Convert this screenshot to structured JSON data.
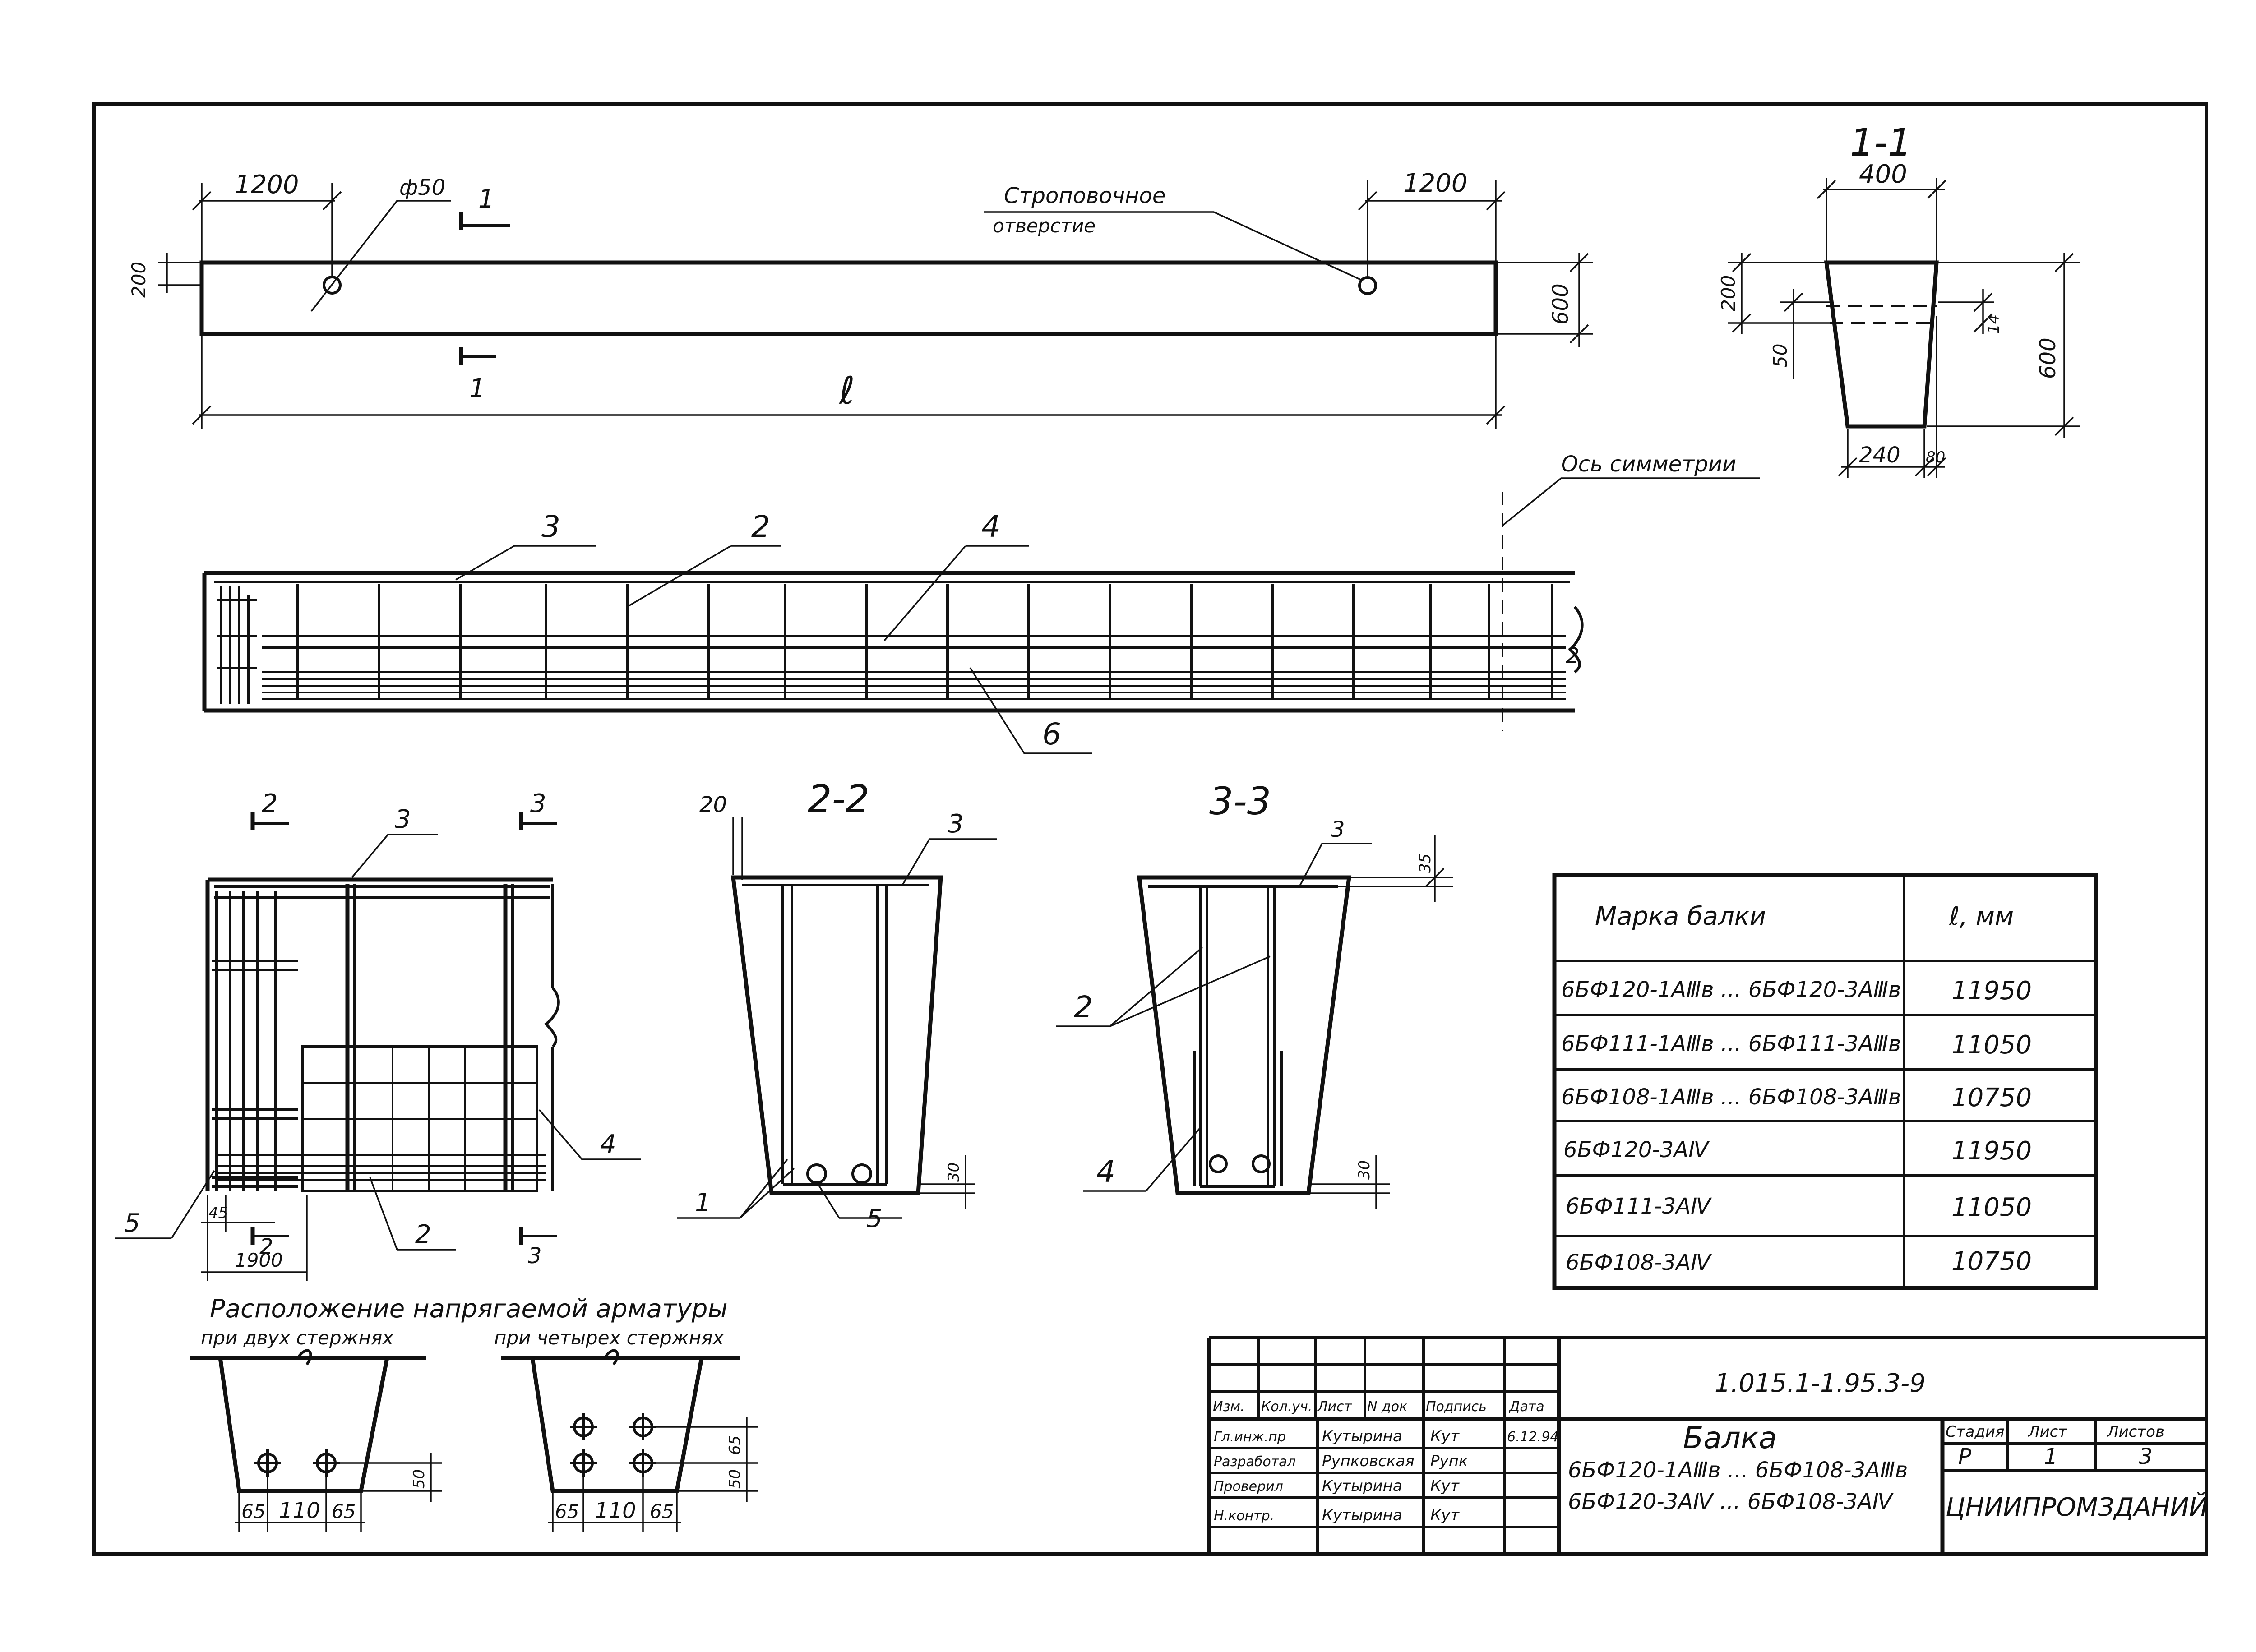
{
  "plan": {
    "dim_left_offset": "1200",
    "dim_right_offset": "1200",
    "dim_hole_dia": "ф50",
    "dim_hole_height": "200",
    "dim_height": "600",
    "dim_length": "ℓ",
    "cut_mark": "1",
    "sling_hole_label_line1": "Строповочное",
    "sling_hole_label_line2": "отверстие"
  },
  "section_1_1": {
    "title": "1-1",
    "dim_top_width": "400",
    "dim_upper": "200",
    "dim_small": "50",
    "dim_right_small": "14",
    "dim_height": "600",
    "dim_bottom_width": "240",
    "dim_bottom_offset": "80"
  },
  "elevation": {
    "axis_label": "Ось симметрии",
    "callouts": [
      "3",
      "2",
      "4",
      "6"
    ],
    "axis_mark": "2"
  },
  "end_detail": {
    "callouts": [
      "3",
      "4",
      "2",
      "5"
    ],
    "cut_marks": [
      "2",
      "3",
      "2",
      "3"
    ],
    "dim_small": "45",
    "dim_total": "1900"
  },
  "section_2_2": {
    "title": "2-2",
    "dim_top": "20",
    "dim_bottom": "30",
    "callouts": [
      "3",
      "1",
      "5"
    ]
  },
  "section_3_3": {
    "title": "3-3",
    "dim_top": "35",
    "dim_bottom": "30",
    "callouts": [
      "3",
      "2",
      "4"
    ]
  },
  "beam_table": {
    "headers": [
      "Марка балки",
      "ℓ, мм"
    ],
    "rows": [
      [
        "6БФ120-1АⅢв ... 6БФ120-3АⅢв",
        "11950"
      ],
      [
        "6БФ111-1АⅢв ... 6БФ111-3АⅢв",
        "11050"
      ],
      [
        "6БФ108-1АⅢв ... 6БФ108-3АⅢв",
        "10750"
      ],
      [
        "6БФ120-3АⅣ",
        "11950"
      ],
      [
        "6БФ111-3АⅣ",
        "11050"
      ],
      [
        "6БФ108-3АⅣ",
        "10750"
      ]
    ]
  },
  "prestress": {
    "title": "Расположение напрягаемой арматуры",
    "two_bars_label": "при двух стержнях",
    "four_bars_label": "при четырех стержнях",
    "dims_bottom": [
      "65",
      "110",
      "65"
    ],
    "dim_two_height": "50",
    "dims_four_height": [
      "65",
      "50"
    ]
  },
  "title_block": {
    "doc_code": "1.015.1-1.95.3-9",
    "col_headers": [
      "Изм.",
      "Кол.уч.",
      "Лист",
      "N док",
      "Подпись",
      "Дата"
    ],
    "staff": [
      {
        "role": "Гл.инж.пр",
        "name": "Кутырина",
        "signature": "Кут",
        "date": "6.12.94"
      },
      {
        "role": "Разработал",
        "name": "Рупковская",
        "signature": "Рупк",
        "date": ""
      },
      {
        "role": "Проверил",
        "name": "Кутырина",
        "signature": "Кут",
        "date": ""
      },
      {
        "role": "Н.контр.",
        "name": "Кутырина",
        "signature": "Кут",
        "date": ""
      }
    ],
    "product_title": "Балка",
    "product_line1": "6БФ120-1АⅢв ... 6БФ108-3АⅢв",
    "product_line2": "6БФ120-3АⅣ ... 6БФ108-3АⅣ",
    "stage_label": "Стадия",
    "sheet_label": "Лист",
    "sheets_label": "Листов",
    "stage_value": "Р",
    "sheet_value": "1",
    "sheets_value": "3",
    "organization": "ЦНИИПРОМЗДАНИЙ"
  }
}
